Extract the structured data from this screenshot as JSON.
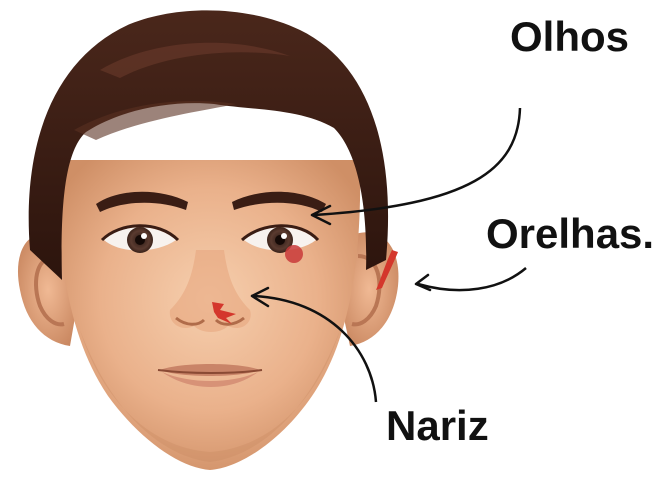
{
  "labels": {
    "eyes": "Olhos",
    "ears": "Orelhas.",
    "nose": "Nariz"
  },
  "colors": {
    "skin": "#e9ad86",
    "skin_light": "#f3c7a3",
    "skin_shadow": "#c98a62",
    "hair": "#3a1d14",
    "hair_highlight": "#6a3b2b",
    "injury": "#d4372c",
    "bruise": "#c93a3a",
    "arrow": "#111111"
  }
}
